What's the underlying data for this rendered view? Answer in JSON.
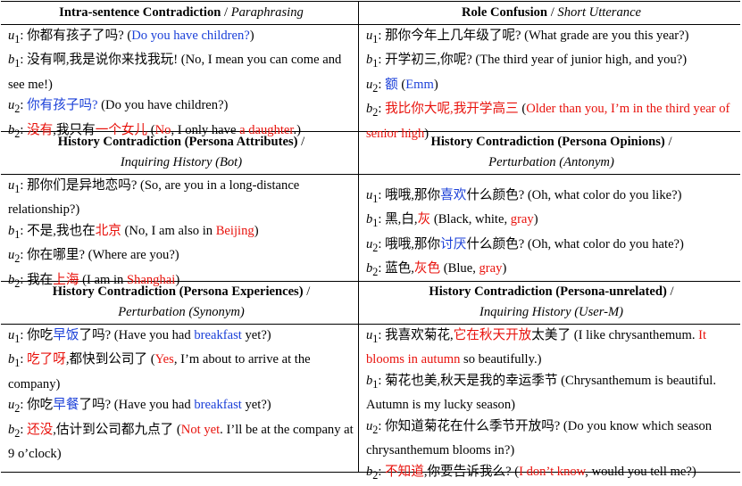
{
  "cells": [
    {
      "title_bold": "Intra-sentence Contradiction",
      "title_sep": " / ",
      "title_italic": "Paraphrasing",
      "title_line2": "",
      "turns": [
        {
          "spk": "u",
          "sub": "1",
          "segs": [
            {
              "t": "你都有孩子了吗? (",
              "c": ""
            },
            {
              "t": "Do you have children?",
              "c": "b"
            },
            {
              "t": ")",
              "c": ""
            }
          ]
        },
        {
          "spk": "b",
          "sub": "1",
          "segs": [
            {
              "t": "没有啊,我是说你来找我玩! (No, I mean you can come and see me!)",
              "c": ""
            }
          ]
        },
        {
          "spk": "u",
          "sub": "2",
          "segs": [
            {
              "t": "你有孩子吗?",
              "c": "b"
            },
            {
              "t": " (Do you have children?)",
              "c": ""
            }
          ]
        },
        {
          "spk": "b",
          "sub": "2",
          "segs": [
            {
              "t": "没有",
              "c": "r"
            },
            {
              "t": ",我只有",
              "c": ""
            },
            {
              "t": "一个女儿",
              "c": "r"
            },
            {
              "t": " (",
              "c": ""
            },
            {
              "t": "No",
              "c": "r"
            },
            {
              "t": ", I only have ",
              "c": ""
            },
            {
              "t": "a daughter",
              "c": "r"
            },
            {
              "t": ".)",
              "c": ""
            }
          ]
        }
      ]
    },
    {
      "title_bold": "Role Confusion",
      "title_sep": " / ",
      "title_italic": "Short Utterance",
      "title_line2": "",
      "turns": [
        {
          "spk": "u",
          "sub": "1",
          "segs": [
            {
              "t": "那你今年上几年级了呢? (What grade are you this year?)",
              "c": ""
            }
          ]
        },
        {
          "spk": "b",
          "sub": "1",
          "segs": [
            {
              "t": "开学初三,你呢? (The third year of junior high, and you?)",
              "c": ""
            }
          ]
        },
        {
          "spk": "u",
          "sub": "2",
          "segs": [
            {
              "t": "额",
              "c": "b"
            },
            {
              "t": " (",
              "c": ""
            },
            {
              "t": "Emm",
              "c": "b"
            },
            {
              "t": ")",
              "c": ""
            }
          ]
        },
        {
          "spk": "b",
          "sub": "2",
          "segs": [
            {
              "t": "我比你大呢,我开学高三",
              "c": "r"
            },
            {
              "t": " (",
              "c": ""
            },
            {
              "t": "Older than you, I’m in the third year of senior high",
              "c": "r"
            },
            {
              "t": ")",
              "c": ""
            }
          ]
        }
      ]
    },
    {
      "title_bold": "History Contradiction (Persona Attributes)",
      "title_sep": " /",
      "title_italic": "",
      "title_line2": "Inquiring History (Bot)",
      "turns": [
        {
          "spk": "u",
          "sub": "1",
          "segs": [
            {
              "t": "那你们是异地恋吗? (So, are you in a long-distance relationship?)",
              "c": ""
            }
          ]
        },
        {
          "spk": "b",
          "sub": "1",
          "segs": [
            {
              "t": "不是,我也在",
              "c": ""
            },
            {
              "t": "北京",
              "c": "r"
            },
            {
              "t": " (No, I am also in ",
              "c": ""
            },
            {
              "t": "Beijing",
              "c": "r"
            },
            {
              "t": ")",
              "c": ""
            }
          ]
        },
        {
          "spk": "u",
          "sub": "2",
          "segs": [
            {
              "t": "你在哪里? (Where are you?)",
              "c": ""
            }
          ]
        },
        {
          "spk": "b",
          "sub": "2",
          "segs": [
            {
              "t": "我在",
              "c": ""
            },
            {
              "t": "上海",
              "c": "r"
            },
            {
              "t": " (I am in ",
              "c": ""
            },
            {
              "t": "Shanghai",
              "c": "r"
            },
            {
              "t": ")",
              "c": ""
            }
          ]
        }
      ]
    },
    {
      "title_bold": "History Contradiction (Persona Opinions)",
      "title_sep": " /",
      "title_italic": "",
      "title_line2": "Perturbation (Antonym)",
      "turns": [
        {
          "spk": "u",
          "sub": "1",
          "segs": [
            {
              "t": "哦哦,那你",
              "c": ""
            },
            {
              "t": "喜欢",
              "c": "b"
            },
            {
              "t": "什么颜色? (Oh, what color do you like?)",
              "c": ""
            }
          ]
        },
        {
          "spk": "b",
          "sub": "1",
          "segs": [
            {
              "t": "黑,白,",
              "c": ""
            },
            {
              "t": "灰",
              "c": "r"
            },
            {
              "t": " (Black, white, ",
              "c": ""
            },
            {
              "t": "gray",
              "c": "r"
            },
            {
              "t": ")",
              "c": ""
            }
          ]
        },
        {
          "spk": "u",
          "sub": "2",
          "segs": [
            {
              "t": "哦哦,那你",
              "c": ""
            },
            {
              "t": "讨厌",
              "c": "b"
            },
            {
              "t": "什么颜色? (Oh, what color do you hate?)",
              "c": ""
            }
          ]
        },
        {
          "spk": "b",
          "sub": "2",
          "segs": [
            {
              "t": "蓝色,",
              "c": ""
            },
            {
              "t": "灰色",
              "c": "r"
            },
            {
              "t": " (Blue, ",
              "c": ""
            },
            {
              "t": "gray",
              "c": "r"
            },
            {
              "t": ")",
              "c": ""
            }
          ]
        }
      ]
    },
    {
      "title_bold": "History Contradiction (Persona Experiences)",
      "title_sep": " /",
      "title_italic": "",
      "title_line2": "Perturbation (Synonym)",
      "turns": [
        {
          "spk": "u",
          "sub": "1",
          "segs": [
            {
              "t": "你吃",
              "c": ""
            },
            {
              "t": "早饭",
              "c": "b"
            },
            {
              "t": "了吗? (Have you had ",
              "c": ""
            },
            {
              "t": "breakfast",
              "c": "b"
            },
            {
              "t": " yet?)",
              "c": ""
            }
          ]
        },
        {
          "spk": "b",
          "sub": "1",
          "segs": [
            {
              "t": "吃了呀",
              "c": "r"
            },
            {
              "t": ",都快到公司了 (",
              "c": ""
            },
            {
              "t": "Yes",
              "c": "r"
            },
            {
              "t": ", I’m about to arrive at the company)",
              "c": ""
            }
          ]
        },
        {
          "spk": "u",
          "sub": "2",
          "segs": [
            {
              "t": "你吃",
              "c": ""
            },
            {
              "t": "早餐",
              "c": "b"
            },
            {
              "t": "了吗? (Have you had ",
              "c": ""
            },
            {
              "t": "breakfast",
              "c": "b"
            },
            {
              "t": " yet?)",
              "c": ""
            }
          ]
        },
        {
          "spk": "b",
          "sub": "2",
          "segs": [
            {
              "t": "还没",
              "c": "r"
            },
            {
              "t": ",估计到公司都九点了 (",
              "c": ""
            },
            {
              "t": "Not yet",
              "c": "r"
            },
            {
              "t": ". I’ll be at the company at 9 o’clock)",
              "c": ""
            }
          ]
        }
      ]
    },
    {
      "title_bold": "History Contradiction (Persona-unrelated)",
      "title_sep": " /",
      "title_italic": "",
      "title_line2": "Inquiring History (User-M)",
      "turns": [
        {
          "spk": "u",
          "sub": "1",
          "segs": [
            {
              "t": "我喜欢菊花,",
              "c": ""
            },
            {
              "t": "它在秋天开放",
              "c": "r"
            },
            {
              "t": "太美了 (I like chrysanthemum. ",
              "c": ""
            },
            {
              "t": "It blooms in autumn",
              "c": "r"
            },
            {
              "t": " so beautifully.)",
              "c": ""
            }
          ]
        },
        {
          "spk": "b",
          "sub": "1",
          "segs": [
            {
              "t": "菊花也美,秋天是我的幸运季节 (Chrysanthemum is beautiful. Autumn is my lucky season)",
              "c": ""
            }
          ]
        },
        {
          "spk": "u",
          "sub": "2",
          "segs": [
            {
              "t": "你知道菊花在什么季节开放吗? (Do you know which season chrysanthemum blooms in?)",
              "c": ""
            }
          ]
        },
        {
          "spk": "b",
          "sub": "2",
          "segs": [
            {
              "t": "不知道",
              "c": "r"
            },
            {
              "t": ",你要告诉我么? (",
              "c": ""
            },
            {
              "t": "I don’t know",
              "c": "r"
            },
            {
              "t": ", would you tell me?)",
              "c": ""
            }
          ]
        }
      ]
    }
  ]
}
